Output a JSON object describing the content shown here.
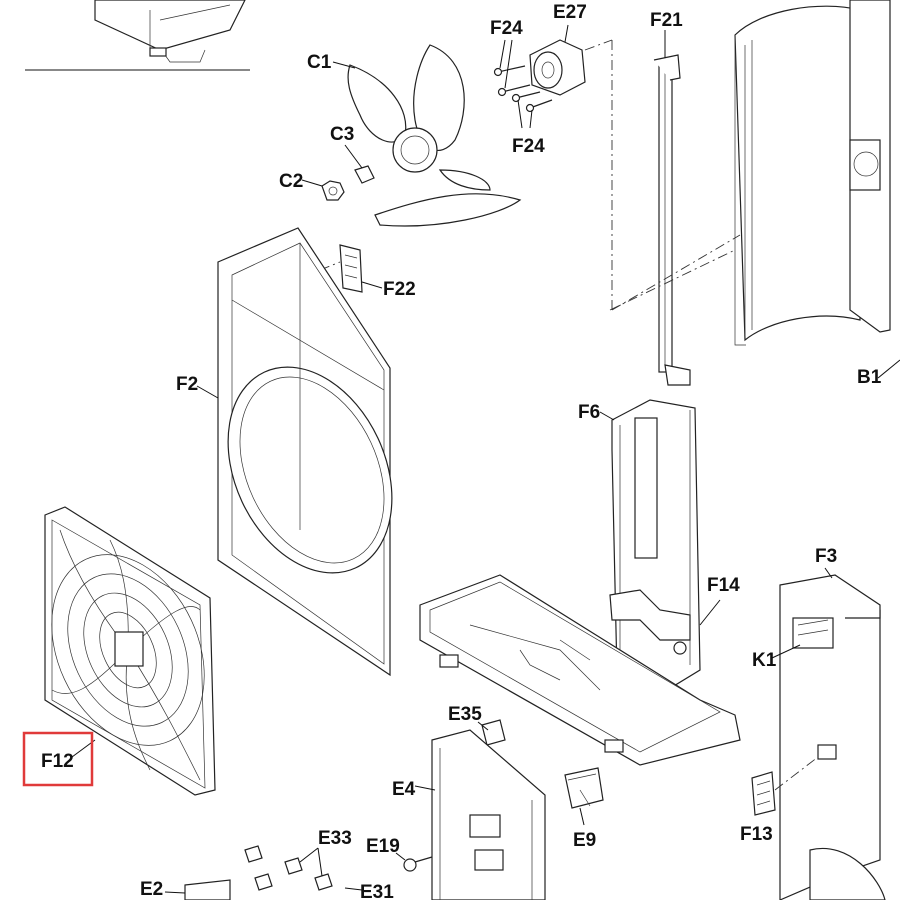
{
  "labels": {
    "C1": "C1",
    "C2": "C2",
    "C3": "C3",
    "F24a": "F24",
    "F24b": "F24",
    "E27": "E27",
    "F21": "F21",
    "F22": "F22",
    "F2": "F2",
    "B1": "B1",
    "F6": "F6",
    "F14": "F14",
    "F3": "F3",
    "K1": "K1",
    "F12": "F12",
    "E35": "E35",
    "E4": "E4",
    "E9": "E9",
    "F13": "F13",
    "E33": "E33",
    "E19": "E19",
    "E2": "E2",
    "E31": "E31"
  },
  "highlight": {
    "label": "F12",
    "color": "#e03a3a"
  }
}
